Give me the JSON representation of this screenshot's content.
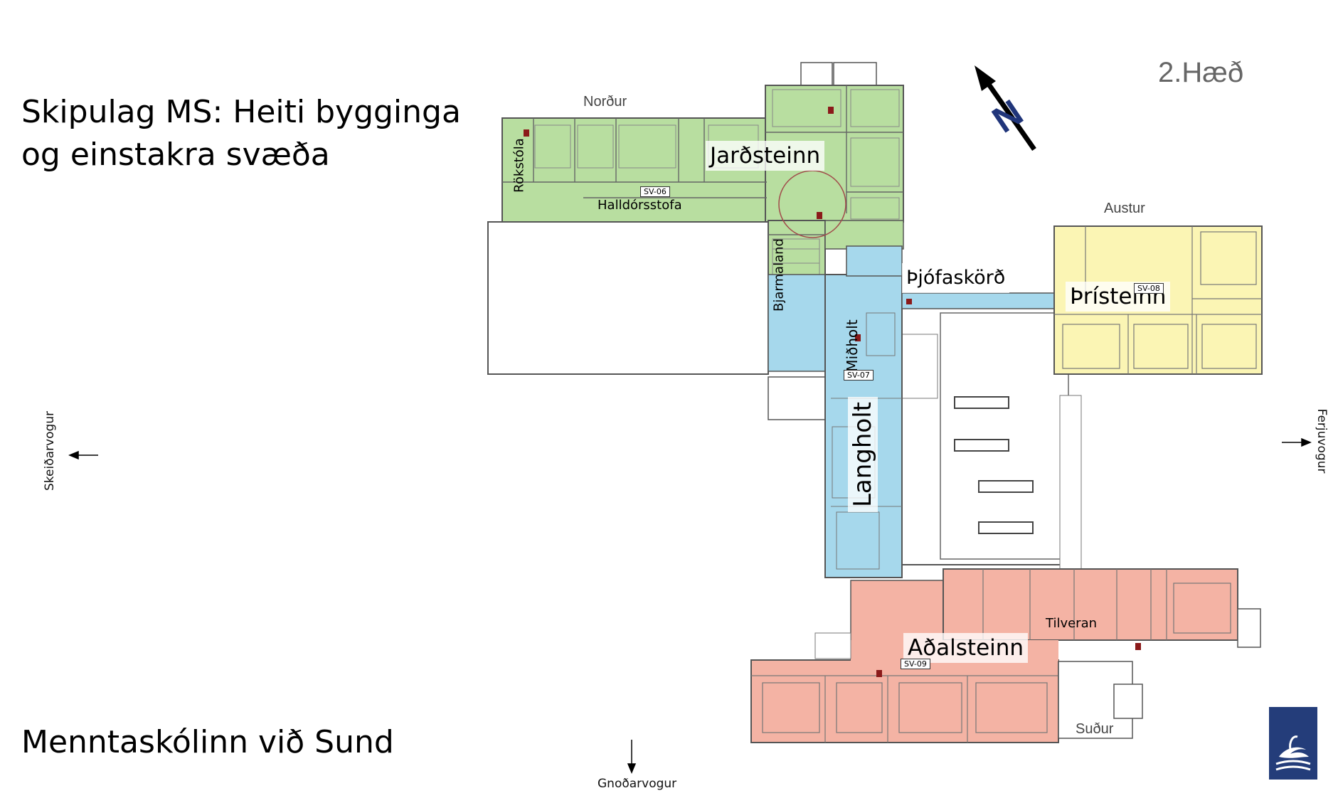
{
  "title": "Skipulag MS: Heiti bygginga og einstakra svæða",
  "school_name": "Menntaskólinn við Sund",
  "floor_label": "2.Hæð",
  "compass": {
    "label": "N"
  },
  "directions": {
    "north": "Norður",
    "east": "Austur",
    "south": "Suður"
  },
  "streets": {
    "west": "Skeiðarvogur",
    "east": "Ferjuvogur",
    "south": "Gnoðarvogur"
  },
  "buildings": {
    "jardsteinn": "Jarðsteinn",
    "thjofaskord": "Þjófaskörð",
    "thristeinn": "Þrísteinn",
    "langholt": "Langholt",
    "midholt": "Miðholt",
    "adalsteinn": "Aðalsteinn"
  },
  "rooms": {
    "rokstola": "Rökstóla",
    "halldorsstofa": "Halldórsstofa",
    "bjarmaland": "Bjarmaland",
    "tilveran": "Tilveran"
  },
  "section_tags": [
    "SV-06",
    "SV-07",
    "SV-08",
    "SV-09"
  ],
  "colors": {
    "green": "#b8dea0",
    "blue": "#a6d8ec",
    "yellow": "#fbf5b4",
    "red": "#f4b3a4",
    "logo": "#243d7a"
  }
}
